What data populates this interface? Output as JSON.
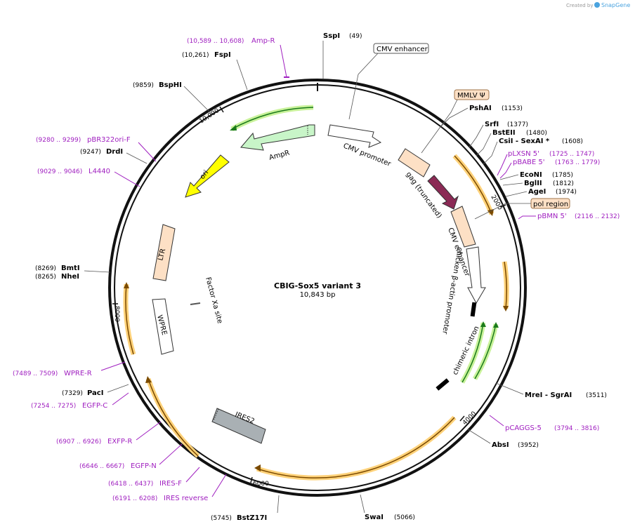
{
  "credit": {
    "prefix": "Created by",
    "brand": "SnapGene"
  },
  "plasmid": {
    "name": "CBIG-Sox5 variant 3",
    "size": "10,843 bp"
  },
  "sites": [
    {
      "name": "SspI",
      "pos": "(49)"
    },
    {
      "name": "PshAI",
      "pos": "(1153)"
    },
    {
      "name": "SrfI",
      "pos": "(1377)"
    },
    {
      "name": "BstEII",
      "pos": "(1480)"
    },
    {
      "name": "CsiI  - SexAI *",
      "pos": "(1608)"
    },
    {
      "name": "EcoNI",
      "pos": "(1785)"
    },
    {
      "name": "BglII",
      "pos": "(1812)"
    },
    {
      "name": "AgeI",
      "pos": "(1974)"
    },
    {
      "name": "MreI  - SgrAI",
      "pos": "(3511)"
    },
    {
      "name": "AbsI",
      "pos": "(3952)"
    },
    {
      "name": "SwaI",
      "pos": "(5066)"
    },
    {
      "name": "BstZ17I",
      "pos": "(5745)"
    },
    {
      "name": "PacI",
      "pos": "(7329)"
    },
    {
      "name": "BmtI",
      "pos": "(8269)"
    },
    {
      "name": "NheI",
      "pos": "(8265)"
    },
    {
      "name": "DrdI",
      "pos": "(9247)"
    },
    {
      "name": "BspHI",
      "pos": "(9859)"
    },
    {
      "name": "FspI",
      "pos": "(10,261)"
    }
  ],
  "primers": [
    {
      "name": "Amp-R",
      "pos": "(10,589 .. 10,608)"
    },
    {
      "name": "pLXSN 5'",
      "pos": "(1725 .. 1747)"
    },
    {
      "name": "pBABE 5'",
      "pos": "(1763 .. 1779)"
    },
    {
      "name": "pBMN 5'",
      "pos": "(2116 .. 2132)"
    },
    {
      "name": "pCAGGS-5",
      "pos": "(3794 .. 3816)"
    },
    {
      "name": "IRES reverse",
      "pos": "(6191 .. 6208)"
    },
    {
      "name": "IRES-F",
      "pos": "(6418 .. 6437)"
    },
    {
      "name": "EGFP-N",
      "pos": "(6646 .. 6667)"
    },
    {
      "name": "EXFP-R",
      "pos": "(6907 .. 6926)"
    },
    {
      "name": "EGFP-C",
      "pos": "(7254 .. 7275)"
    },
    {
      "name": "WPRE-R",
      "pos": "(7489 .. 7509)"
    },
    {
      "name": "L4440",
      "pos": "(9029 .. 9046)"
    },
    {
      "name": "pBR322ori-F",
      "pos": "(9280 .. 9299)"
    }
  ],
  "features": {
    "cmv_enhancer_box": "CMV enhancer",
    "mmlv_box": "MMLV Ψ",
    "pol_region_box": "pol region",
    "cmv_promoter": "CMV promoter",
    "ampr": "AmpR",
    "ori": "ori",
    "gag": "gag (truncated)",
    "cmv_enhancer": "CMV enhancer",
    "cba_promoter": "chicken β-actin promoter",
    "chimeric_intron": "chimeric intron",
    "ltr": "LTR",
    "wpre": "WPRE",
    "factor_xa": "Factor Xa site",
    "ires2": "IRES2"
  },
  "ticks": [
    "2000",
    "4000",
    "6000",
    "8000",
    "10,000"
  ],
  "colors": {
    "primer": "#a020c0",
    "ampr": "#c8f5c8",
    "ori": "#ffff00",
    "gag_arrow": "#8b2a55",
    "peach": "#fde0c5",
    "ires": "#a9b0b4",
    "orf_line": "#7a4a00",
    "orf_glow": "#ffd27a",
    "green_orf": "#1a7a1a",
    "green_glow": "#c9f29a"
  }
}
